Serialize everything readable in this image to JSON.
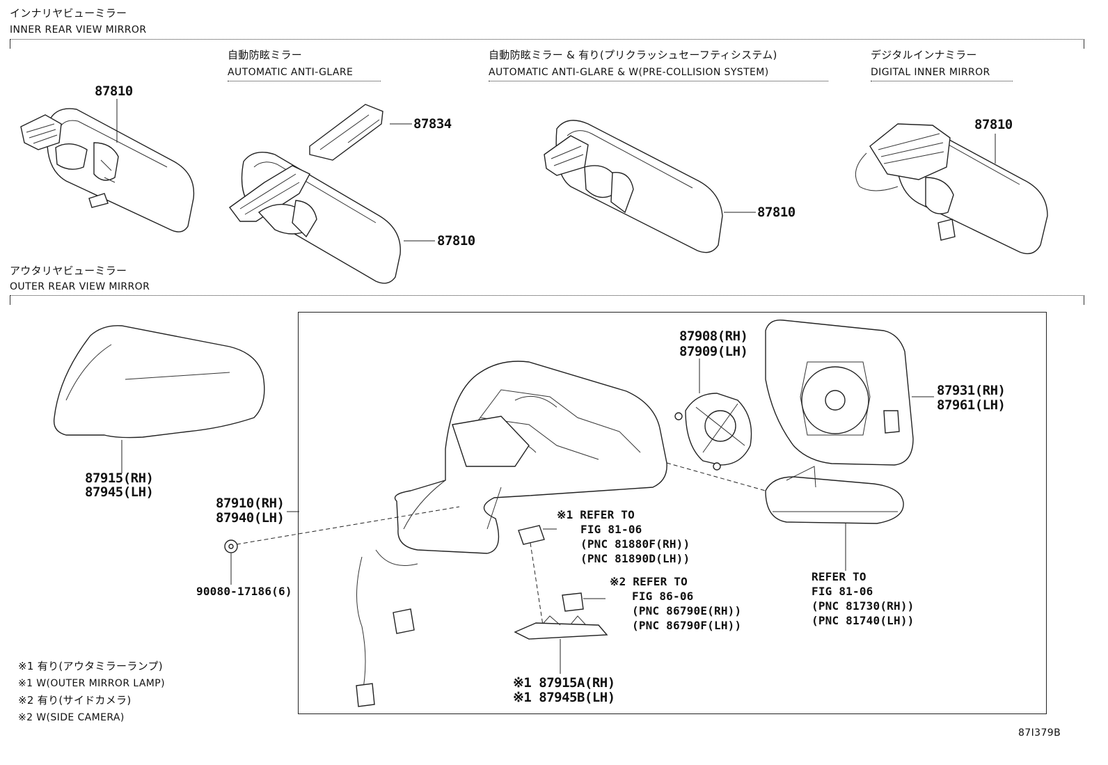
{
  "sections": {
    "inner": {
      "title_jp": "インナリヤビューミラー",
      "title_en": "INNER REAR VIEW MIRROR"
    },
    "outer": {
      "title_jp": "アウタリヤビューミラー",
      "title_en": "OUTER REAR VIEW MIRROR"
    }
  },
  "variants": {
    "auto_anti_glare": {
      "jp": "自動防眩ミラー",
      "en": "AUTOMATIC ANTI-GLARE"
    },
    "auto_anti_glare_pcs": {
      "jp": "自動防眩ミラー & 有り(プリクラッシュセーフティシステム)",
      "en": "AUTOMATIC ANTI-GLARE & W(PRE-COLLISION SYSTEM)"
    },
    "digital_inner": {
      "jp": "デジタルインナミラー",
      "en": "DIGITAL INNER MIRROR"
    }
  },
  "part_numbers": {
    "inner_basic": "87810",
    "clip_cover": "87834",
    "inner_auto": "87810",
    "inner_pcs": "87810",
    "inner_digital": "87810",
    "cover_rh": "87915(RH)",
    "cover_lh": "87945(LH)",
    "outer_rh": "87910(RH)",
    "outer_lh": "87940(LH)",
    "clip": "90080-17186(6)",
    "actuator_rh": "87908(RH)",
    "actuator_lh": "87909(LH)",
    "glass_rh": "87931(RH)",
    "glass_lh": "87961(LH)",
    "base_rh": "※1 87915A(RH)",
    "base_lh": "※1 87945B(LH)"
  },
  "refs": {
    "lamp": [
      "※1 REFER TO",
      "FIG 81-06",
      "(PNC 81880F(RH))",
      "(PNC 81890D(LH))"
    ],
    "camera": [
      "※2 REFER TO",
      "FIG 86-06",
      "(PNC 86790E(RH))",
      "(PNC 86790F(LH))"
    ],
    "turn": [
      "REFER TO",
      "FIG 81-06",
      "(PNC 81730(RH))",
      "(PNC 81740(LH))"
    ]
  },
  "notes": [
    "※1 有り(アウタミラーランプ)",
    "※1 W(OUTER MIRROR LAMP)",
    "※2 有り(サイドカメラ)",
    "※2 W(SIDE CAMERA)"
  ],
  "figure_id": "87I379B"
}
